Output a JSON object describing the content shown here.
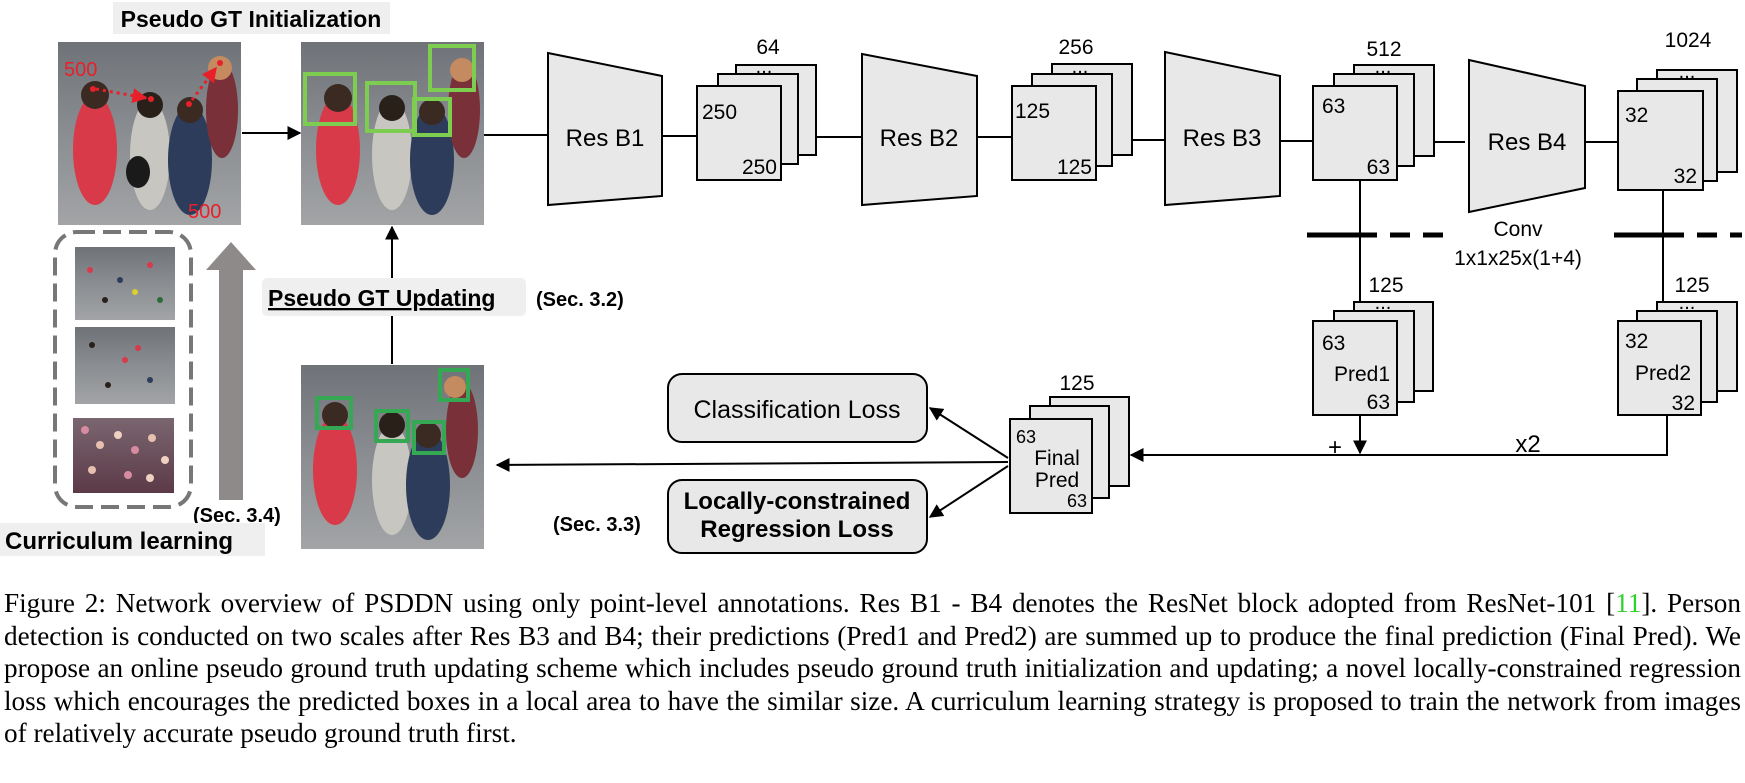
{
  "titles": {
    "init": "Pseudo GT Initialization",
    "updating": "Pseudo GT Updating",
    "updating_sec": "(Sec. 3.2)",
    "curriculum": "Curriculum learning",
    "curriculum_sec": "(Sec. 3.4)",
    "regression_sec": "(Sec. 3.3)"
  },
  "input_image": {
    "label_a": "500",
    "label_b": "500"
  },
  "blocks": {
    "b1": "Res B1",
    "b2": "Res B2",
    "b3": "Res B3",
    "b4": "Res B4"
  },
  "fmaps": {
    "f1": {
      "channels": "64",
      "h": "250",
      "w": "250"
    },
    "f2": {
      "channels": "256",
      "h": "125",
      "w": "125"
    },
    "f3": {
      "channels": "512",
      "h": "63",
      "w": "63"
    },
    "f4": {
      "channels": "1024",
      "h": "32",
      "w": "32"
    },
    "pred1": {
      "channels": "125",
      "h": "63",
      "w": "63",
      "name": "Pred1"
    },
    "pred2": {
      "channels": "125",
      "h": "32",
      "w": "32",
      "name": "Pred2"
    },
    "final": {
      "channels": "125",
      "h": "63",
      "w": "63",
      "name1": "Final",
      "name2": "Pred"
    },
    "dots": "..."
  },
  "conv": {
    "line1": "Conv",
    "line2": "1x1x25x(1+4)"
  },
  "ops": {
    "sum": "+",
    "upsample": "x2"
  },
  "losses": {
    "classification": "Classification Loss",
    "regression1": "Locally-constrained",
    "regression2": "Regression Loss"
  },
  "caption": {
    "label": "Figure 2:",
    "t1": "Network overview of PSDDN using only point-level annotations. Res B1 - B4 denotes the ResNet block adopted from ResNet-101 [",
    "ref": "11",
    "t2": "].  Person detection is conducted on two scales after Res B3 and B4; their predictions (Pred1 and Pred2) are summed up to produce the final prediction (Final Pred). We propose an online pseudo ground truth updating scheme which includes pseudo ground truth initialization and updating; a novel locally-constrained regression loss which encourages the predicted boxes in a local area to have the similar size. A curriculum learning strategy is proposed to train the network from images of relatively accurate pseudo ground truth first."
  },
  "colors": {
    "box_fill": "#e8e8e8",
    "gt_green": "#7dcd50",
    "pred_green": "#34a853",
    "red": "#e8202a",
    "gray_arrow": "#8f8a8a",
    "dash_gray": "#777777"
  }
}
